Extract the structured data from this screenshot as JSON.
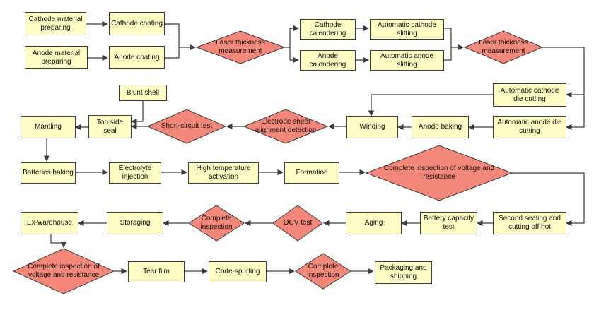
{
  "colors": {
    "box_fill": "#fffbc4",
    "diamond_fill": "#f2877a",
    "stroke": "#3b3b3b"
  },
  "nodes": {
    "cathode_material_preparing": "Cathode material preparing",
    "cathode_coating": "Cathode coating",
    "anode_material_preparing": "Anode material preparing",
    "anode_coating": "Anode coating",
    "laser_thickness_1": "Laser thickness measurement",
    "cathode_calendering": "Cathode calendering",
    "auto_cathode_slitting": "Automatic cathode slitting",
    "anode_calendering": "Anode calendering",
    "auto_anode_slitting": "Automatic anode slitting",
    "laser_thickness_2": "Laser thickness measurement",
    "auto_cathode_die_cutting": "Automatic cathode die cutting",
    "auto_anode_die_cutting": "Automatic anode die cutting",
    "anode_baking": "Anode baking",
    "winding": "Winding",
    "electrode_alignment": "Electrode sheet alignment detection",
    "short_circuit_test": "Short-circuit test",
    "blunt_shell": "Blunt shell",
    "top_side_seal": "Top side seal",
    "mantling": "Mantling",
    "batteries_baking": "Batteries baking",
    "electrolyte_injection": "Electrolyte injection",
    "high_temp_activation": "High temperature activation",
    "formation": "Formation",
    "complete_inspection_vr_1": "Complete inspection of voltage and resistance",
    "second_sealing": "Second sealing and cutting off hot",
    "battery_capacity_test": "Battery capacity test",
    "aging": "Aging",
    "ocv_test": "OCV test",
    "complete_inspection_1": "Complete inspection",
    "storaging": "Storaging",
    "ex_warehouse": "Ex-warehouse",
    "complete_inspection_vr_2": "Complete inspection of voltage and resistance",
    "tear_film": "Tear film",
    "code_spurting": "Code-spurting",
    "complete_inspection_2": "Complete inspection",
    "packaging_shipping": "Packaging and shipping"
  }
}
